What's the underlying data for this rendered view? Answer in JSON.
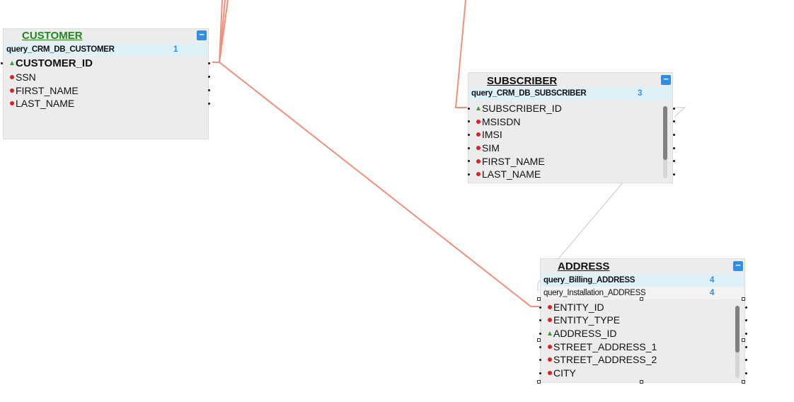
{
  "colors": {
    "relation": "#f0907a",
    "thin_relation": "#c8c8c8",
    "accent": "#2f8de4",
    "pk": "#3a9a3a",
    "field_dot": "#e02020",
    "customer_title": "#1e8a1e"
  },
  "entities": {
    "customer": {
      "title": "CUSTOMER",
      "collapse": "−",
      "queries": [
        {
          "name": "query_CRM_DB_CUSTOMER",
          "count": "1"
        }
      ],
      "fields": [
        {
          "name": "CUSTOMER_ID",
          "kind": "key"
        },
        {
          "name": "SSN",
          "kind": "field"
        },
        {
          "name": "FIRST_NAME",
          "kind": "field"
        },
        {
          "name": "LAST_NAME",
          "kind": "field"
        }
      ]
    },
    "subscriber": {
      "title": "SUBSCRIBER",
      "collapse": "−",
      "queries": [
        {
          "name": "query_CRM_DB_SUBSCRIBER",
          "count": "3"
        }
      ],
      "fields": [
        {
          "name": "SUBSCRIBER_ID",
          "kind": "key"
        },
        {
          "name": "MSISDN",
          "kind": "field"
        },
        {
          "name": "IMSI",
          "kind": "field"
        },
        {
          "name": "SIM",
          "kind": "field"
        },
        {
          "name": "FIRST_NAME",
          "kind": "field"
        },
        {
          "name": "LAST_NAME",
          "kind": "field"
        }
      ]
    },
    "address": {
      "title": "ADDRESS",
      "collapse": "−",
      "queries": [
        {
          "name": "query_Billing_ADDRESS",
          "count": "4"
        },
        {
          "name": "query_Installation_ADDRESS",
          "count": "4"
        }
      ],
      "fields": [
        {
          "name": "ENTITY_ID",
          "kind": "field"
        },
        {
          "name": "ENTITY_TYPE",
          "kind": "field"
        },
        {
          "name": "ADDRESS_ID",
          "kind": "key"
        },
        {
          "name": "STREET_ADDRESS_1",
          "kind": "field"
        },
        {
          "name": "STREET_ADDRESS_2",
          "kind": "field"
        },
        {
          "name": "CITY",
          "kind": "field"
        }
      ]
    }
  }
}
